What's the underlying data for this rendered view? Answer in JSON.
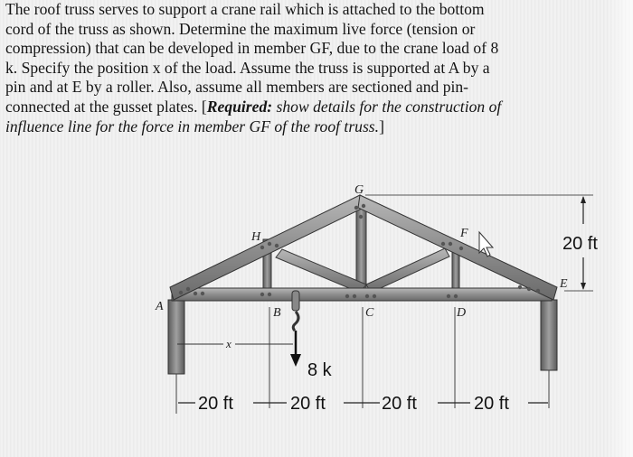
{
  "problem": {
    "lines": [
      "The roof truss serves to support a crane rail which is attached to the bottom",
      "cord of the truss as shown. Determine the maximum live force (tension or",
      "compression) that can be developed in member GF, due to the crane load of 8",
      "k.  Specify the position x of the load. Assume the truss is supported at A by a",
      "pin and at E by a roller. Also, assume all members are sectioned and pin-"
    ],
    "line6_prefix": "connected at the gusset plates.  [",
    "required_label": "Required:",
    "required_text": " show details for the construction of",
    "line7": "influence line for the force in member GF of the roof truss.",
    "line7_suffix": "]"
  },
  "diagram": {
    "joint_labels": {
      "A": "A",
      "B": "B",
      "C": "C",
      "D": "D",
      "E": "E",
      "F": "F",
      "G": "G",
      "H": "H"
    },
    "load_label": "8 k",
    "position_label": "x",
    "height_label": "20 ft",
    "spans": [
      "20 ft",
      "20 ft",
      "20 ft",
      "20 ft"
    ]
  },
  "colors": {
    "member_fill": "#9a9a9a",
    "member_edge": "#3a3a3a",
    "text": "#151515"
  }
}
